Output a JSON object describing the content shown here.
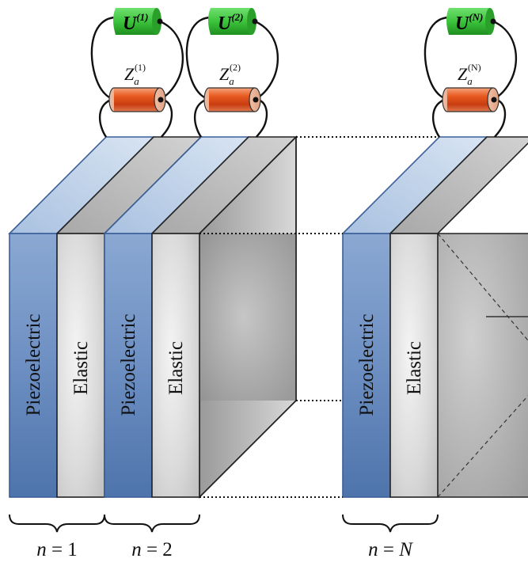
{
  "diagram": {
    "layers": [
      {
        "id": "p1",
        "label": "Piezoelectric"
      },
      {
        "id": "e1",
        "label": "Elastic"
      },
      {
        "id": "p2",
        "label": "Piezoelectric"
      },
      {
        "id": "e2",
        "label": "Elastic"
      },
      {
        "id": "pN",
        "label": "Piezoelectric"
      },
      {
        "id": "eN",
        "label": "Elastic"
      }
    ],
    "sources": [
      {
        "symbol": "U",
        "superscript": "(1)"
      },
      {
        "symbol": "U",
        "superscript": "(2)"
      },
      {
        "symbol": "U",
        "superscript": "(N)"
      }
    ],
    "impedances": [
      {
        "symbol": "Z",
        "subscript": "a",
        "superscript": "(1)"
      },
      {
        "symbol": "Z",
        "subscript": "a",
        "superscript": "(2)"
      },
      {
        "symbol": "Z",
        "subscript": "a",
        "superscript": "(N)"
      }
    ],
    "cells": [
      {
        "var": "n",
        "eq": " = ",
        "value": "1"
      },
      {
        "var": "n",
        "eq": " = ",
        "value": "2"
      },
      {
        "var": "n",
        "eq": " = ",
        "value": "N"
      }
    ],
    "colors": {
      "piezo": "#5a82b8",
      "piezo_top": "#b8cce4",
      "elastic": "#c8c8c8",
      "elastic_top": "#b0b0b0",
      "source_green": "#3cc43c",
      "resistor_red": "#e04818",
      "edge": "#222222"
    }
  }
}
